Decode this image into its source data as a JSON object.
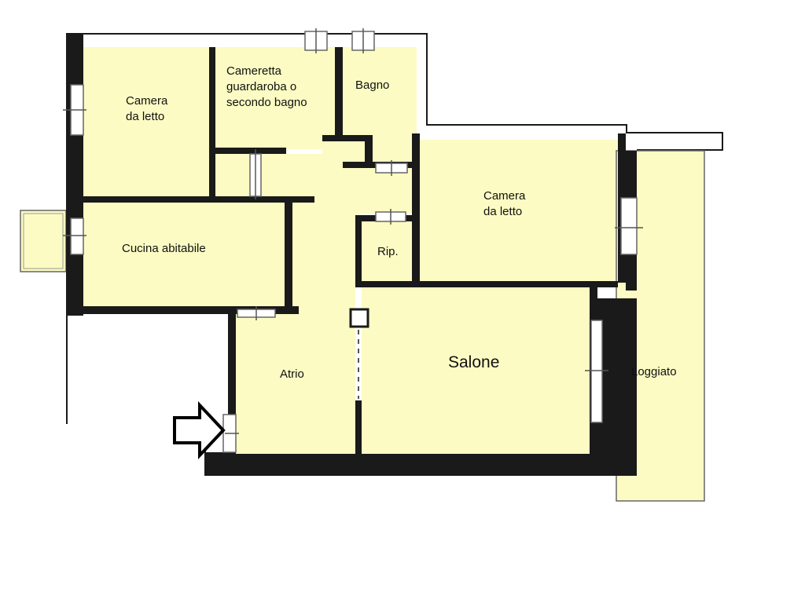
{
  "colors": {
    "floor": "#fbfbc3",
    "wall": "#1a1a1a",
    "background": "#ffffff",
    "door_frame": "#666666"
  },
  "rooms": {
    "bedroom_1": {
      "lines": [
        "Camera",
        "da letto"
      ]
    },
    "small_room": {
      "lines": [
        "Cameretta",
        "guardaroba o",
        "secondo bagno"
      ]
    },
    "bathroom": {
      "lines": [
        "Bagno"
      ]
    },
    "bedroom_2": {
      "lines": [
        "Camera",
        "da letto"
      ]
    },
    "kitchen": {
      "lines": [
        "Cucina abitabile"
      ]
    },
    "storage": {
      "lines": [
        "Rip."
      ]
    },
    "hall": {
      "lines": [
        "Atrio"
      ]
    },
    "living": {
      "lines": [
        "Salone"
      ]
    },
    "loggia": {
      "lines": [
        "Loggiato"
      ]
    }
  },
  "icons": {
    "entrance": "entrance-arrow-icon"
  }
}
